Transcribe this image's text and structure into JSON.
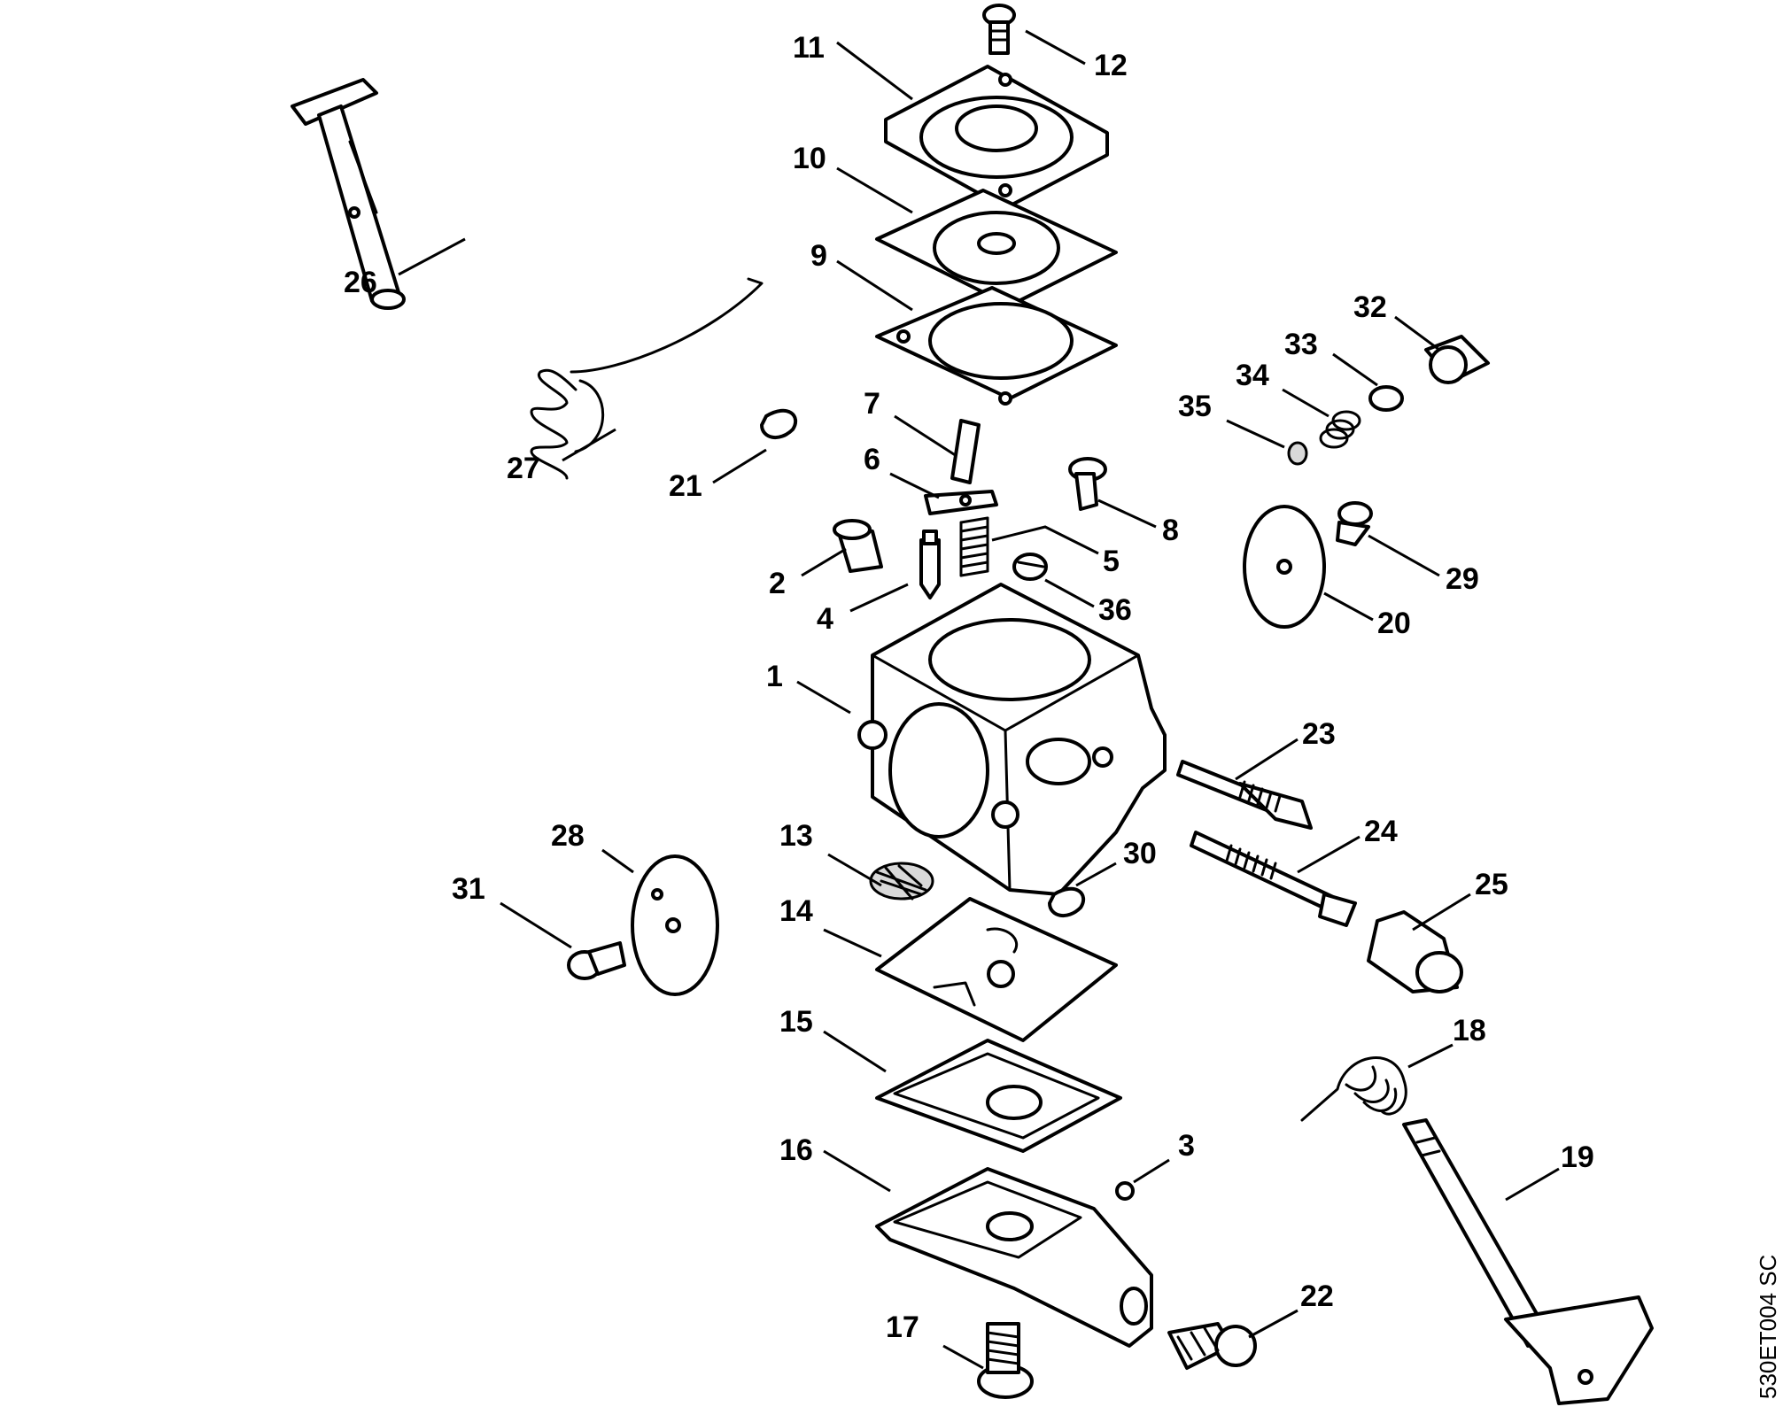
{
  "diagram": {
    "drawing_code": "530ET004 SC",
    "callouts": [
      {
        "id": "1",
        "text": "1"
      },
      {
        "id": "2",
        "text": "2"
      },
      {
        "id": "3",
        "text": "3"
      },
      {
        "id": "4",
        "text": "4"
      },
      {
        "id": "5",
        "text": "5"
      },
      {
        "id": "6",
        "text": "6"
      },
      {
        "id": "7",
        "text": "7"
      },
      {
        "id": "8",
        "text": "8"
      },
      {
        "id": "9",
        "text": "9"
      },
      {
        "id": "10",
        "text": "10"
      },
      {
        "id": "11",
        "text": "11"
      },
      {
        "id": "12",
        "text": "12"
      },
      {
        "id": "13",
        "text": "13"
      },
      {
        "id": "14",
        "text": "14"
      },
      {
        "id": "15",
        "text": "15"
      },
      {
        "id": "16",
        "text": "16"
      },
      {
        "id": "17",
        "text": "17"
      },
      {
        "id": "18",
        "text": "18"
      },
      {
        "id": "19",
        "text": "19"
      },
      {
        "id": "20",
        "text": "20"
      },
      {
        "id": "21",
        "text": "21"
      },
      {
        "id": "22",
        "text": "22"
      },
      {
        "id": "23",
        "text": "23"
      },
      {
        "id": "24",
        "text": "24"
      },
      {
        "id": "25",
        "text": "25"
      },
      {
        "id": "26",
        "text": "26"
      },
      {
        "id": "27",
        "text": "27"
      },
      {
        "id": "28",
        "text": "28"
      },
      {
        "id": "29",
        "text": "29"
      },
      {
        "id": "30",
        "text": "30"
      },
      {
        "id": "31",
        "text": "31"
      },
      {
        "id": "32",
        "text": "32"
      },
      {
        "id": "33",
        "text": "33"
      },
      {
        "id": "34",
        "text": "34"
      },
      {
        "id": "35",
        "text": "35"
      },
      {
        "id": "36",
        "text": "36"
      }
    ]
  }
}
